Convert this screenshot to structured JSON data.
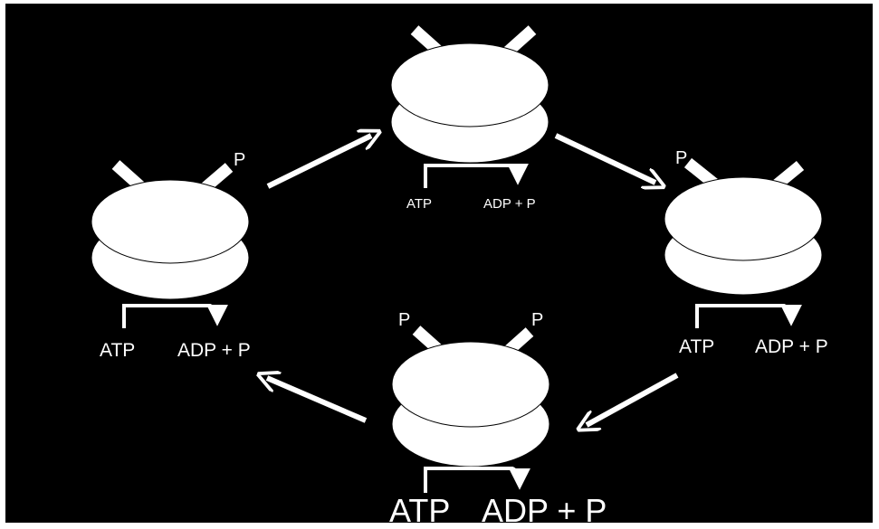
{
  "diagram": {
    "background": "#000000",
    "foreground": "#ffffff",
    "states": [
      {
        "id": "top",
        "labels": {
          "left_phospho": "",
          "right_phospho": "",
          "atp": "ATP",
          "products": "ADP + P"
        }
      },
      {
        "id": "right",
        "labels": {
          "left_phospho": "P",
          "right_phospho": "",
          "atp": "ATP",
          "products": "ADP + P"
        }
      },
      {
        "id": "bottom",
        "labels": {
          "left_phospho": "P",
          "right_phospho": "P",
          "atp": "ATP",
          "products": "ADP + P"
        }
      },
      {
        "id": "left",
        "labels": {
          "left_phospho": "",
          "right_phospho": "P",
          "atp": "ATP",
          "products": "ADP + P"
        }
      }
    ]
  }
}
